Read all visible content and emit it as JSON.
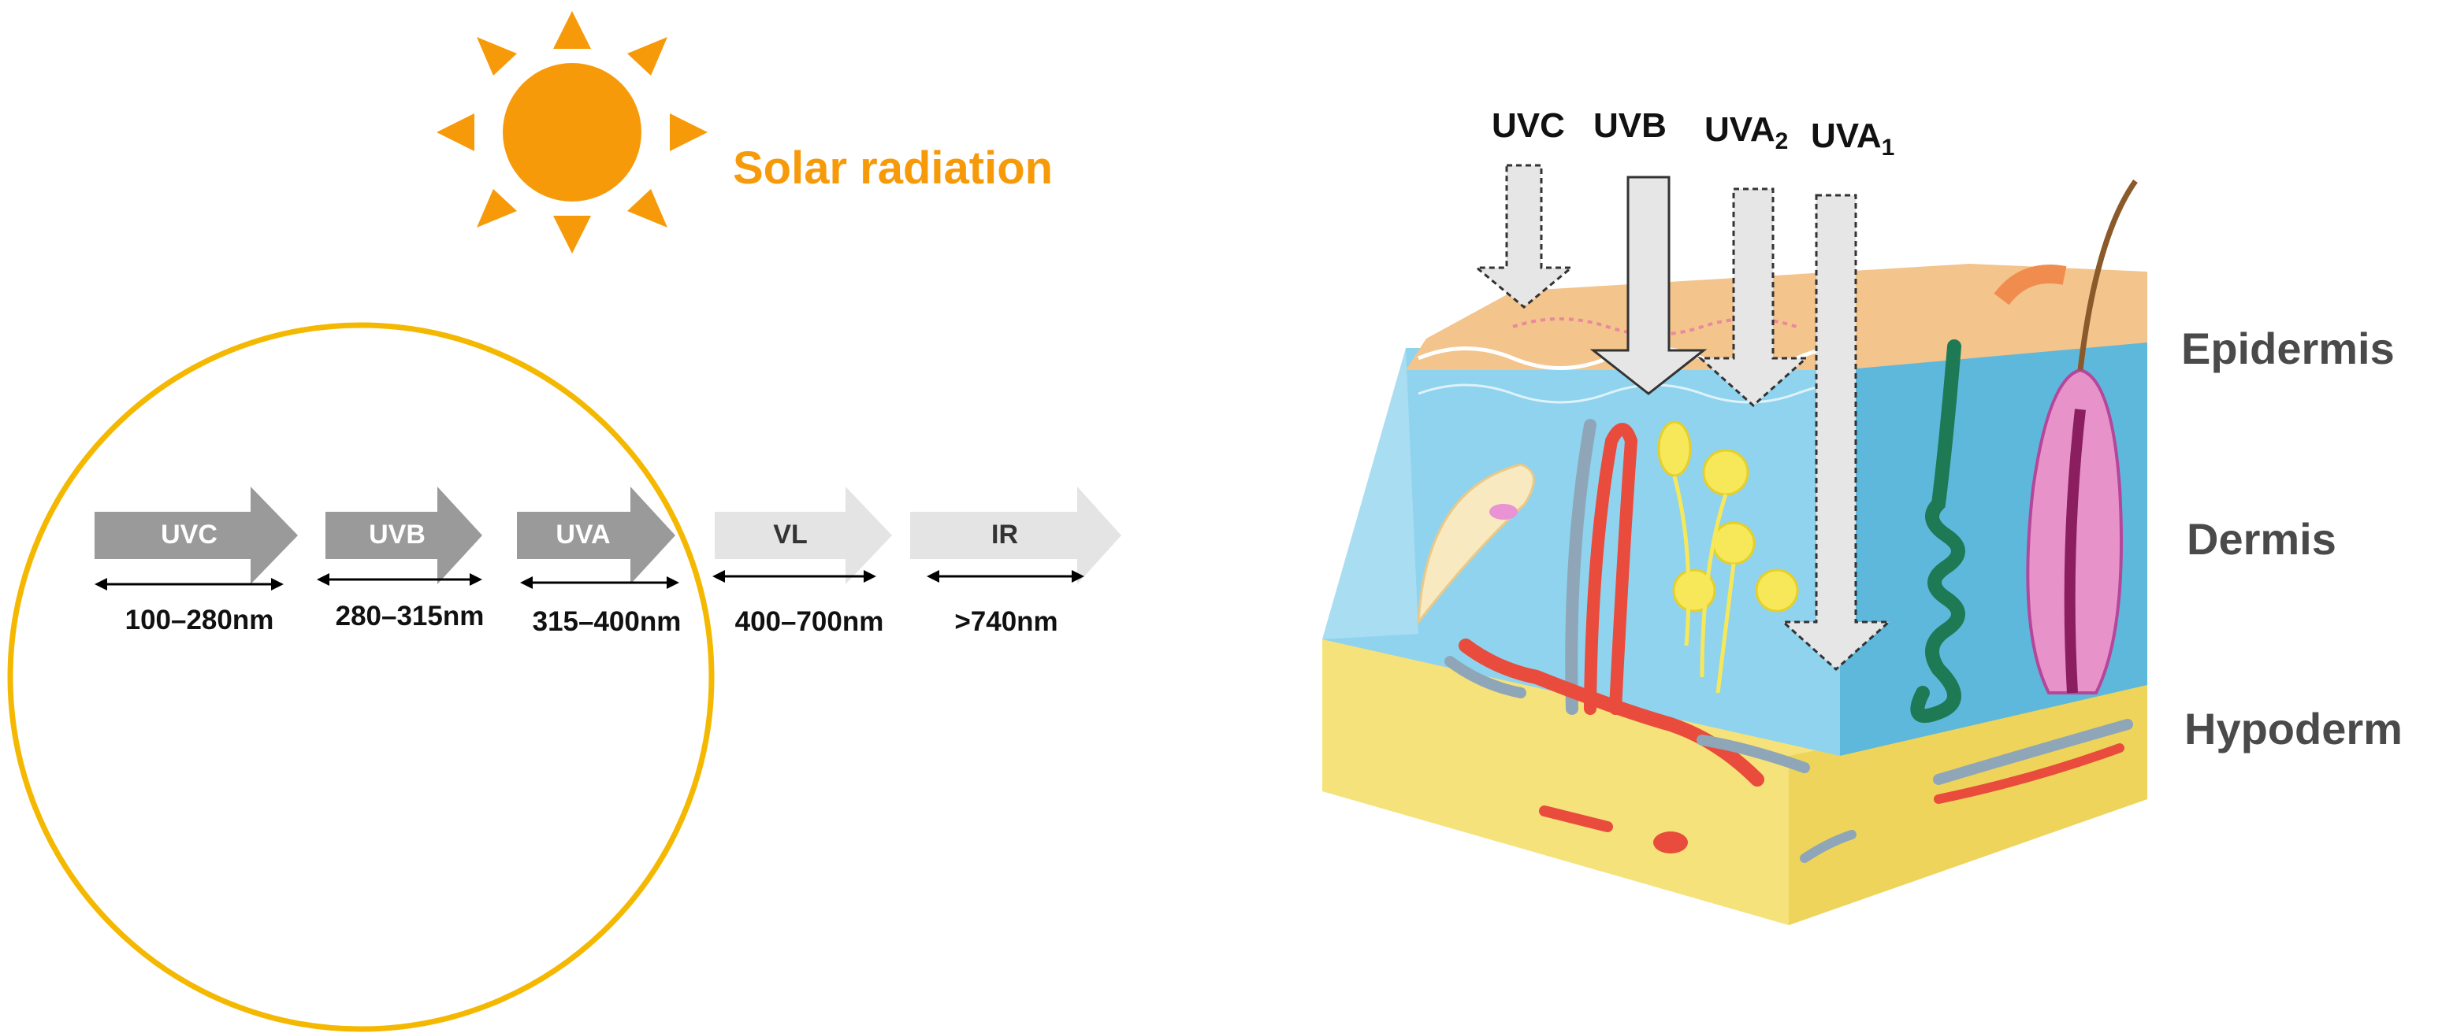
{
  "title": "Solar radiation",
  "colors": {
    "sun": "#F79A0A",
    "ring": "#F5B800",
    "dark_band": "#9A9A9A",
    "light_band": "#E4E4E4",
    "epidermis": "#F3C48C",
    "dermis": "#8FD3EE",
    "hypoderm": "#F5E27A"
  },
  "bands": [
    {
      "name": "UVC",
      "range": "100–280nm"
    },
    {
      "name": "UVB",
      "range": "280–315nm"
    },
    {
      "name": "UVA",
      "range": "315–400nm"
    },
    {
      "name": "VL",
      "range": "400–700nm"
    },
    {
      "name": "IR",
      "range": ">740nm"
    }
  ],
  "uv_penetration": [
    {
      "label": "UVC",
      "sub": ""
    },
    {
      "label": "UVB",
      "sub": ""
    },
    {
      "label": "UVA",
      "sub": "2"
    },
    {
      "label": "UVA",
      "sub": "1"
    }
  ],
  "skin_layers": [
    "Epidermis",
    "Dermis",
    "Hypoderm"
  ],
  "icons": [
    "sun-icon",
    "spectrum-arrow",
    "double-headed-arrow",
    "penetration-arrow",
    "skin-cross-section"
  ]
}
